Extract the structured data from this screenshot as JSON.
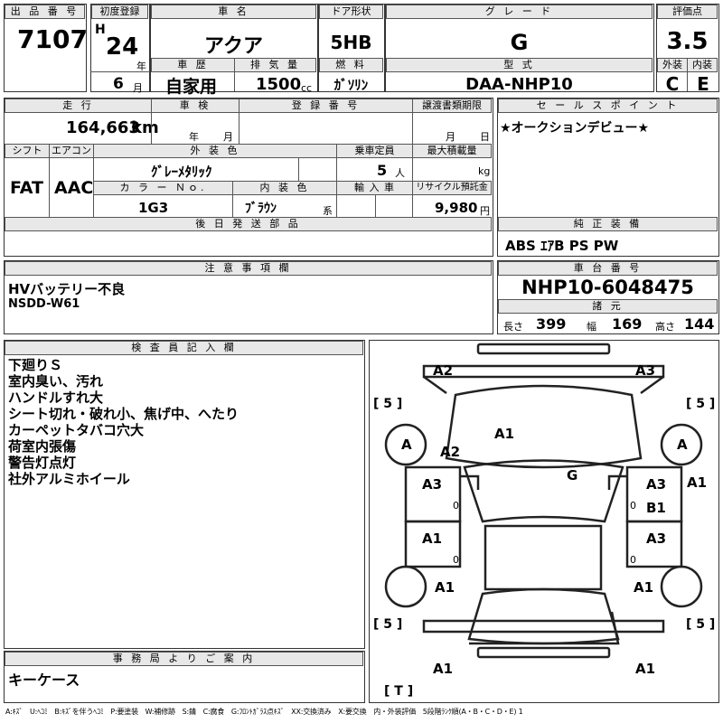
{
  "header": {
    "lot_label": "出 品 番 号",
    "lot_no": "7107",
    "first_reg_label": "初度登録",
    "era": "H",
    "year": "24",
    "year_unit": "年",
    "month": "6",
    "month_unit": "月",
    "car_name_label": "車 名",
    "car_name": "アクア",
    "doors_label": "ドア形状",
    "doors": "5HB",
    "grade_label": "グ レ ー ド",
    "grade": "G",
    "score_label": "評価点",
    "score": "3.5",
    "history_label": "車 歴",
    "history": "自家用",
    "displacement_label": "排 気 量",
    "displacement": "1500",
    "displacement_unit": "cc",
    "fuel_label": "燃 料",
    "fuel": "ｶﾞｿﾘﾝ",
    "model_label": "型 式",
    "model": "DAA-NHP10",
    "exterior_label": "外装",
    "exterior": "C",
    "interior_label": "内装",
    "interior": "E"
  },
  "row2": {
    "mileage_label": "走 行",
    "mileage": "164,663",
    "mileage_unit": "km",
    "inspection_label": "車 検",
    "insp_year": "年",
    "insp_month": "月",
    "regno_label": "登 録 番 号",
    "transfer_label": "譲渡書類期限",
    "transfer_month": "月",
    "transfer_day": "日",
    "shift_label": "シフト",
    "shift": "FAT",
    "ac_label": "エアコン",
    "ac": "AAC",
    "color_label": "外 装 色",
    "color": "ｸﾞﾚｰﾒﾀﾘｯｸ",
    "capacity_label": "乗車定員",
    "capacity": "5",
    "capacity_unit": "人",
    "load_label": "最大積載量",
    "load_unit": "kg",
    "colorno_label": "カ ラ ー Ｎｏ.",
    "colorno": "1G3",
    "intcolor_label": "内 装 色",
    "intcolor": "ﾌﾞﾗｳﾝ",
    "intcolor_unit": "系",
    "import_label": "輸 入 車",
    "recycle_label": "リサイクル預託金",
    "recycle": "9,980",
    "recycle_unit": "円",
    "later_label": "後 日 発 送 部 品"
  },
  "sales": {
    "label": "セ ー ル ス ポ イ ン ト",
    "text": "★オークションデビュー★"
  },
  "equipment": {
    "label": "純 正 装 備",
    "text": "ABS ｴｱB PS PW"
  },
  "notes": {
    "label": "注 意 事 項 欄",
    "lines": [
      "HVバッテリー不良",
      "NSDD-W61"
    ]
  },
  "chassis": {
    "label": "車 台 番 号",
    "number": "NHP10-6048475",
    "dims_label": "諸 元",
    "length_label": "長さ",
    "length": "399",
    "width_label": "幅",
    "width": "169",
    "height_label": "高さ",
    "height": "144"
  },
  "inspector": {
    "label": "検 査 員 記 入 欄",
    "lines": [
      "下廻りＳ",
      "室内臭い、汚れ",
      "ハンドルすれ大",
      "シート切れ・破れ小、焦げ中、へたり",
      "カーペットタバコ穴大",
      "荷室内張傷",
      "警告灯点灯",
      "社外アルミホイール"
    ]
  },
  "office": {
    "label": "事 務 局 よ り ご 案 内",
    "text": "キーケース"
  },
  "diagram": {
    "tire_fl": "[ 5 ]",
    "tire_fr": "[ 5 ]",
    "tire_rl": "[ 5 ]",
    "tire_rr": "[ 5 ]",
    "tire_t": "[ T ]",
    "bumper_fl": "A2",
    "bumper_fr": "A3",
    "wheel_fl": "A",
    "wheel_fr": "A",
    "fender_fl": "A2",
    "hood": "A1",
    "roof": "G",
    "door_fl": "A3",
    "door_fr": "A3",
    "door_fr2": "B1",
    "pillar_r": "A1",
    "door_fl_zero": "0",
    "door_fr_zero": "0",
    "door_rl": "A1",
    "door_rr": "A3",
    "door_rl_zero": "0",
    "door_rr_zero": "0",
    "wheel_rl": "A1",
    "wheel_rr": "A1",
    "bumper_rl": "A1",
    "bumper_rr": "A1"
  },
  "legend": "A:ｷｽﾞ　U:ﾍｺﾐ　B:ｷｽﾞを伴うﾍｺﾐ　P:要塗装　W:補修跡　S:錆　C:腐食　G:ﾌﾛﾝﾄｶﾞﾗｽ点ｷｽﾞ　XX:交換済み　X:要交換　内・外装評価　5段階ﾗﾝｸ順(A・B・C・D・E) 1"
}
